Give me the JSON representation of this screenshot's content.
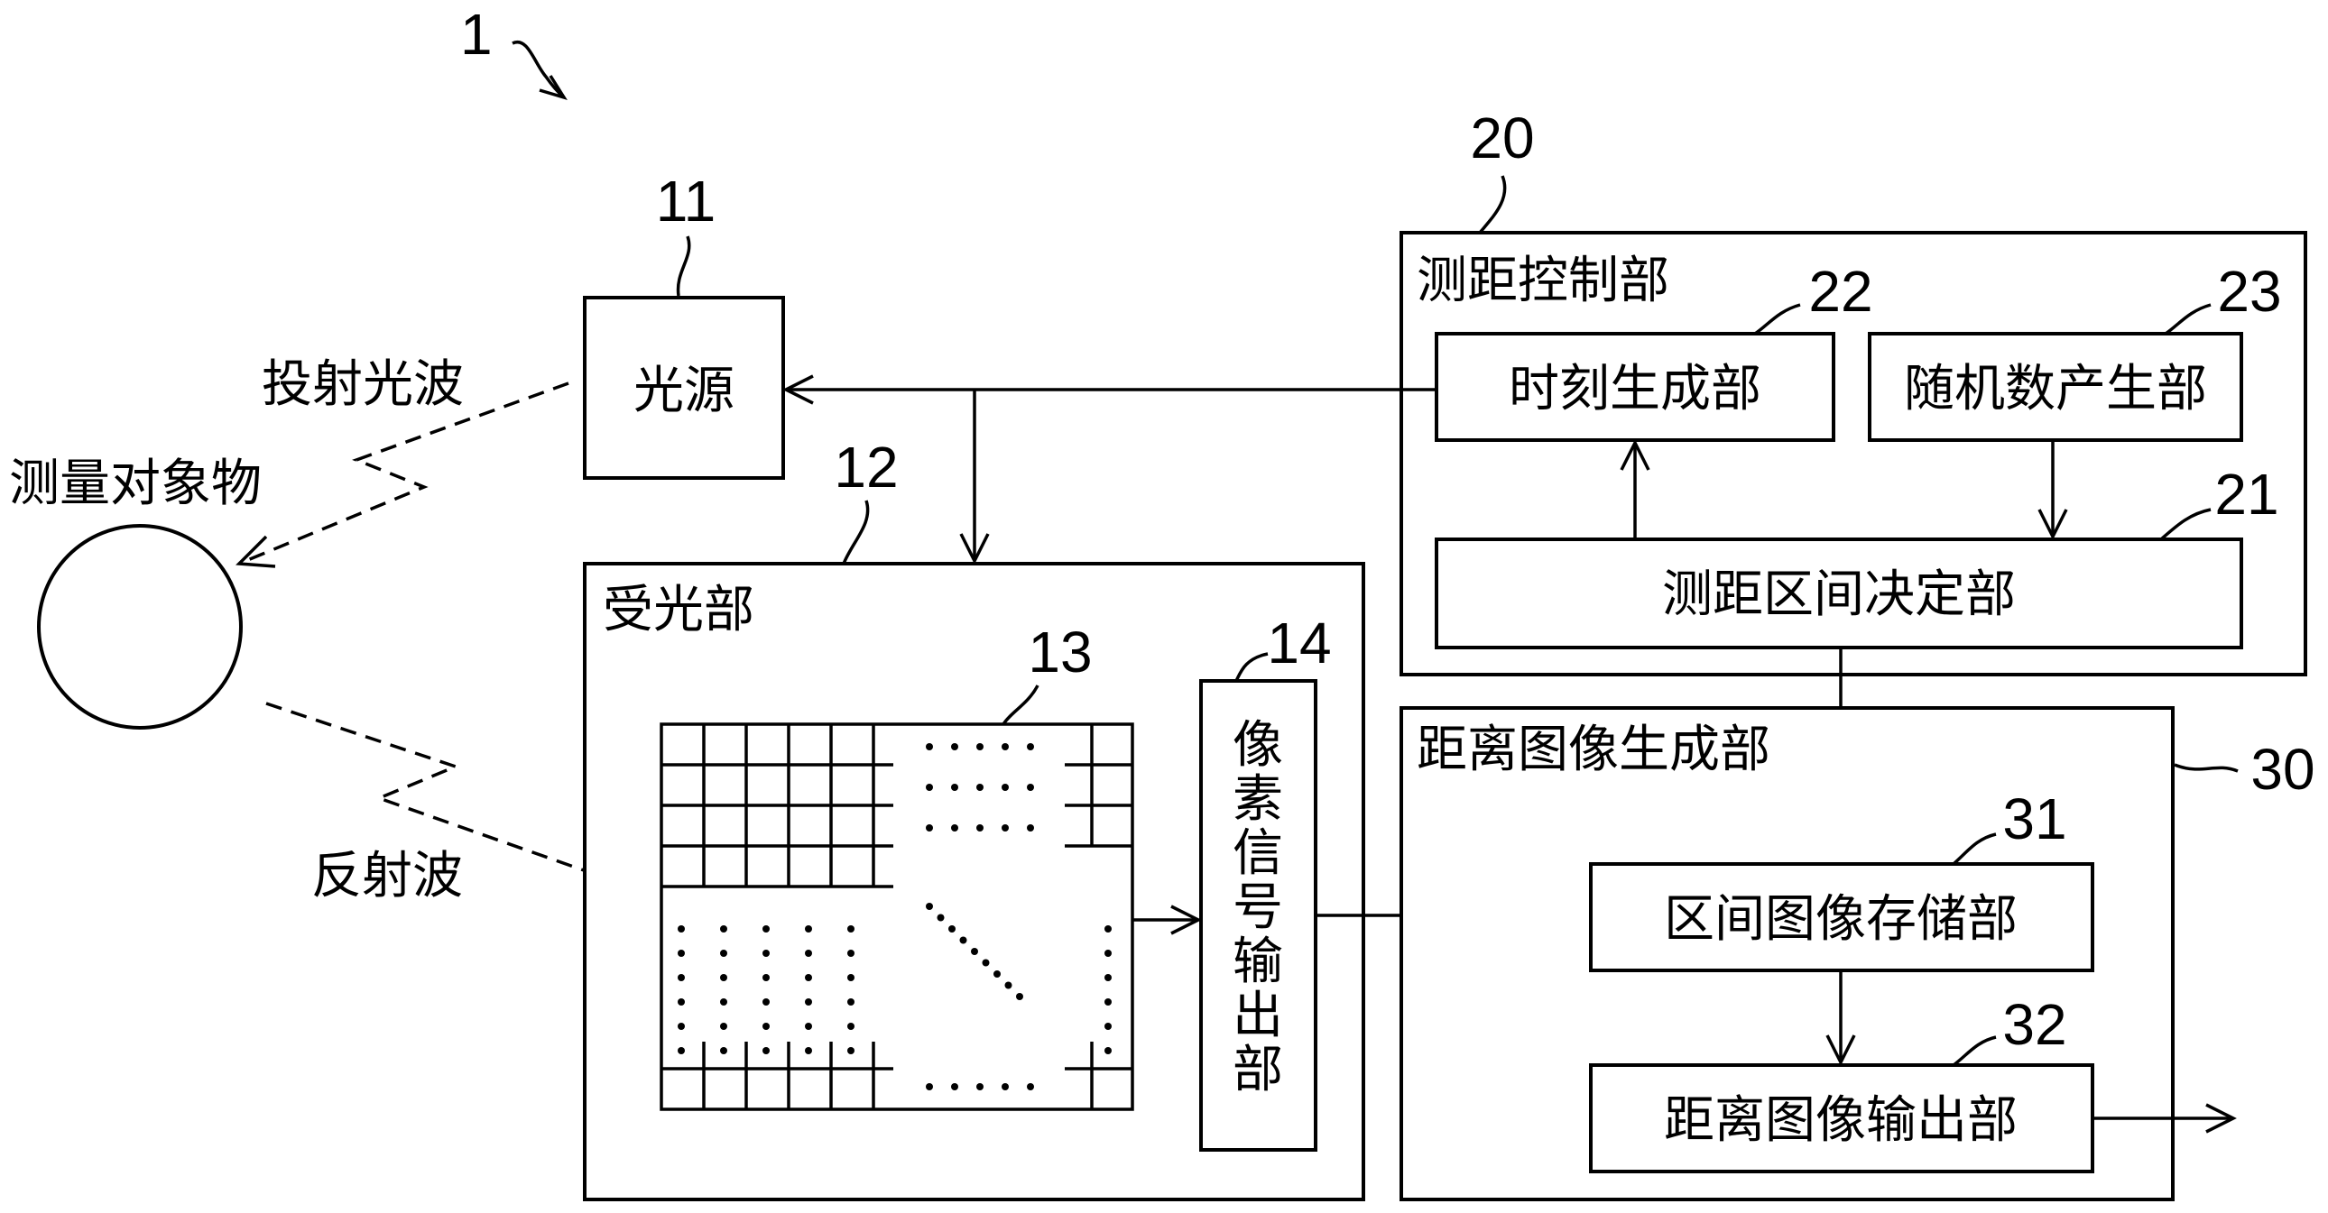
{
  "labels": {
    "device_ref": "1",
    "light_source": "光源",
    "light_source_ref": "11",
    "projected_wave": "投射光波",
    "measurement_target": "测量对象物",
    "reflected_wave": "反射波",
    "light_receiver": "受光部",
    "light_receiver_ref": "12",
    "pixel_array_ref": "13",
    "pixel_output_ref": "14",
    "pixel_output_chars": [
      "像",
      "素",
      "信",
      "号",
      "输",
      "出",
      "部"
    ],
    "ranging_control": "测距控制部",
    "ranging_control_ref": "20",
    "timing_gen": "时刻生成部",
    "timing_gen_ref": "22",
    "random_gen": "随机数产生部",
    "random_gen_ref": "23",
    "interval_decision": "测距区间决定部",
    "interval_decision_ref": "21",
    "distance_image_gen": "距离图像生成部",
    "distance_image_gen_ref": "30",
    "interval_image_store": "区间图像存储部",
    "interval_image_store_ref": "31",
    "distance_image_out": "距离图像输出部",
    "distance_image_out_ref": "32"
  }
}
